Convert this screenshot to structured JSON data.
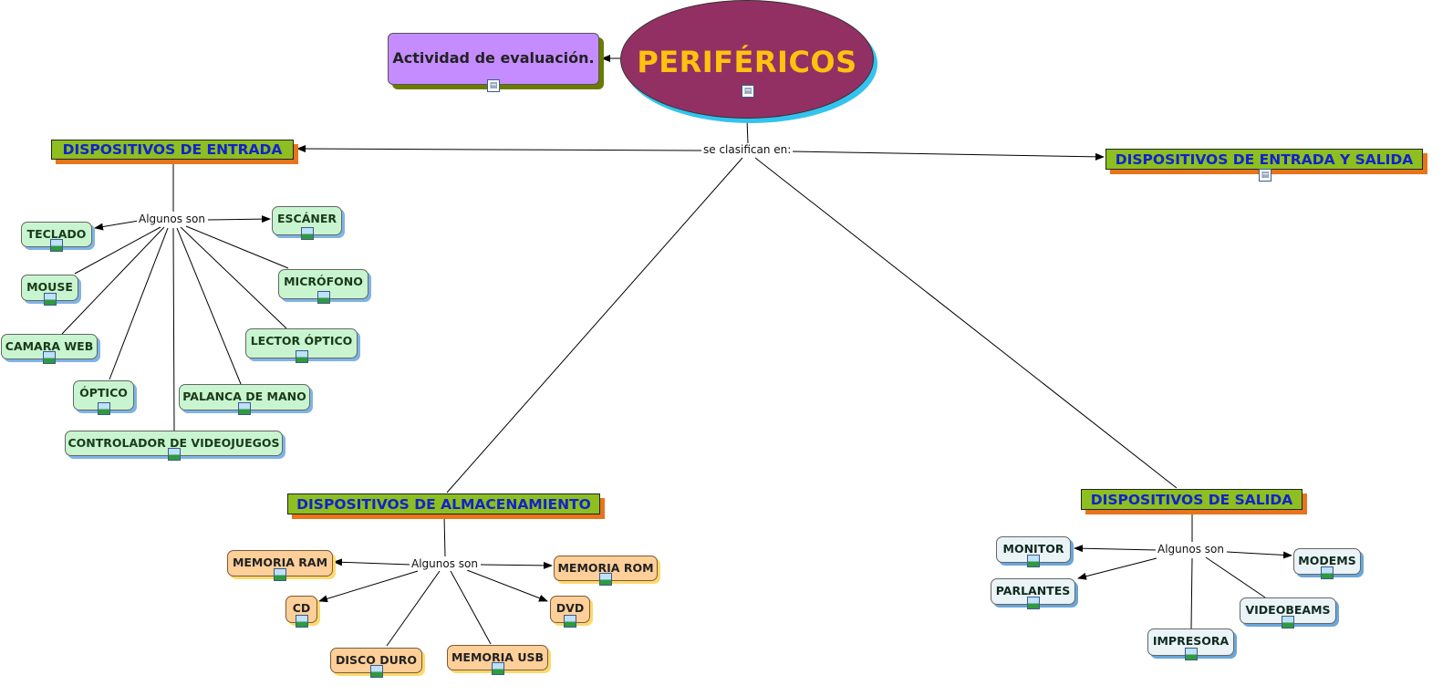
{
  "root": {
    "label": "PERIFÉRICOS"
  },
  "evaluation": {
    "label": "Actividad de evaluación."
  },
  "link_words": {
    "classify": "se clasifican en:",
    "input_some": "Algunos son",
    "storage_some": "Algunos son",
    "output_some": "Algunos son"
  },
  "categories": {
    "input": "DISPOSITIVOS DE ENTRADA",
    "input_output": "DISPOSITIVOS DE ENTRADA Y SALIDA",
    "storage": "DISPOSITIVOS DE ALMACENAMIENTO",
    "output": "DISPOSITIVOS DE SALIDA"
  },
  "input_items": {
    "keyboard": "TECLADO",
    "mouse": "MOUSE",
    "webcam": "CAMARA WEB",
    "optical": "ÓPTICO",
    "controller": "CONTROLADOR DE VIDEOJUEGOS",
    "joystick": "PALANCA DE MANO",
    "optical_reader": "LECTOR ÓPTICO",
    "microphone": "MICRÓFONO",
    "scanner": "ESCÁNER"
  },
  "storage_items": {
    "ram": "MEMORIA RAM",
    "rom": "MEMORIA ROM",
    "cd": "CD",
    "dvd": "DVD",
    "hdd": "DISCO DURO",
    "usb": "MEMORIA USB"
  },
  "output_items": {
    "monitor": "MONITOR",
    "speakers": "PARLANTES",
    "printer": "IMPRESORA",
    "videobeams": "VIDEOBEAMS",
    "modems": "MODEMS"
  },
  "colors": {
    "root_fill": "#933063",
    "root_text": "#ffc20e",
    "category_fill": "#8cbf1f",
    "category_text": "#1122cc",
    "input_item_fill": "#c8f5cf",
    "storage_item_fill": "#ffcf99",
    "output_item_fill": "#eaf3f6",
    "evaluation_fill": "#c58cff"
  },
  "icons": [
    "document-icon",
    "image-icon"
  ]
}
